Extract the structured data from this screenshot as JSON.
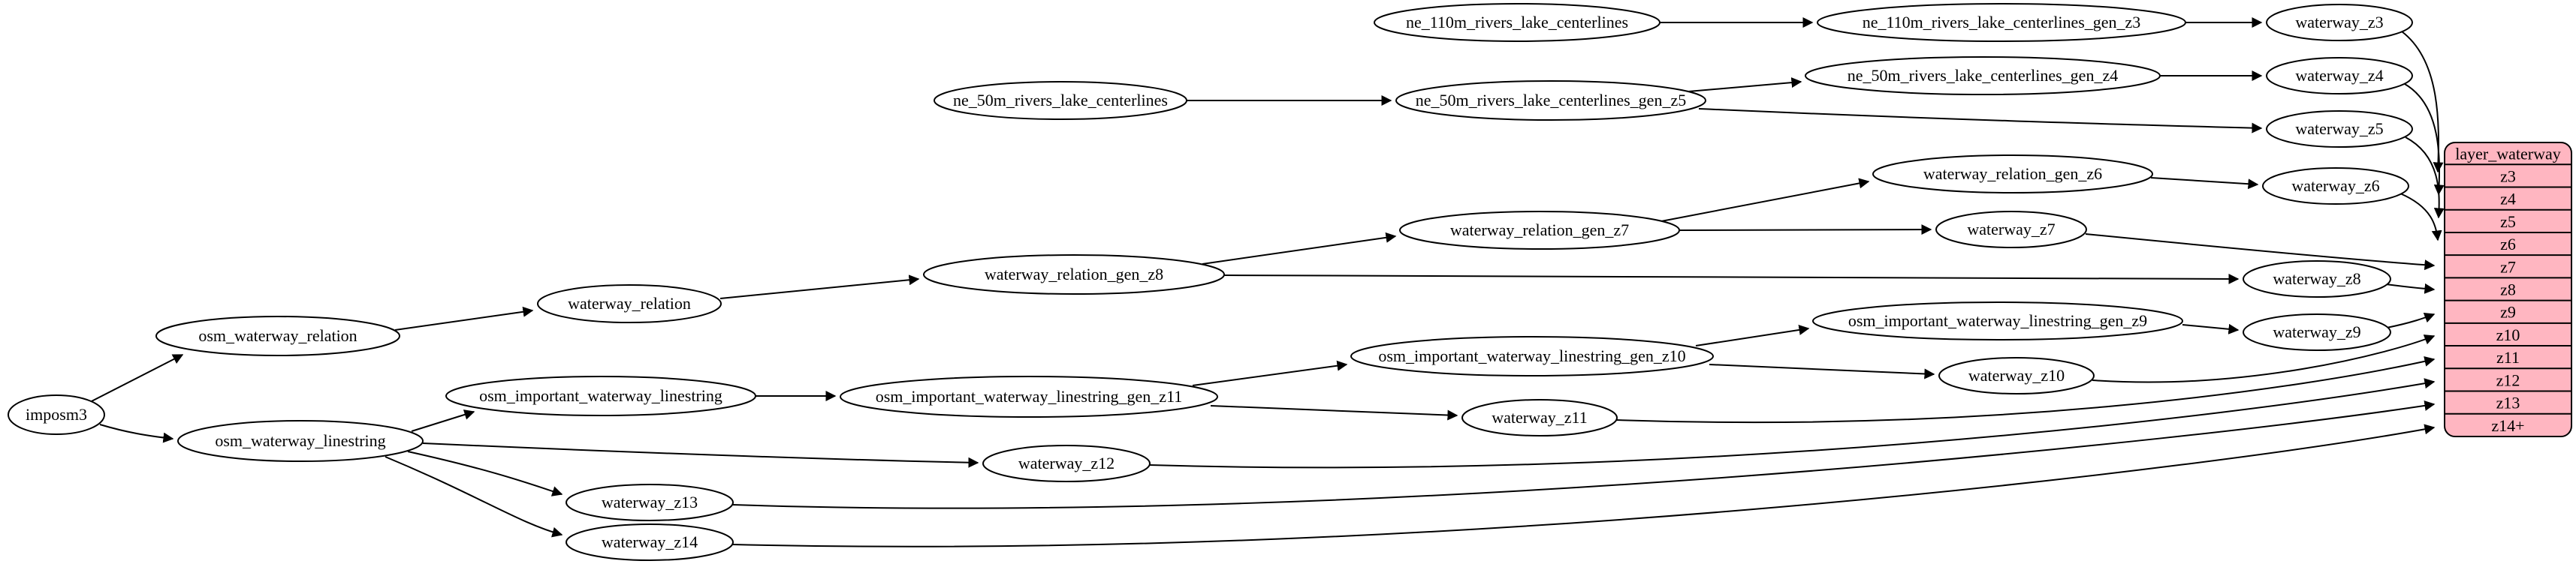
{
  "diagram": {
    "background": "#ffffff",
    "node_fill": "#ffffff",
    "node_stroke": "#000000",
    "table_fill": "#ffb6c1",
    "nodes": [
      {
        "id": "imposm3",
        "label": "imposm3"
      },
      {
        "id": "osm_waterway_relation",
        "label": "osm_waterway_relation"
      },
      {
        "id": "waterway_relation",
        "label": "waterway_relation"
      },
      {
        "id": "waterway_relation_gen_z8",
        "label": "waterway_relation_gen_z8"
      },
      {
        "id": "waterway_relation_gen_z7",
        "label": "waterway_relation_gen_z7"
      },
      {
        "id": "waterway_relation_gen_z6",
        "label": "waterway_relation_gen_z6"
      },
      {
        "id": "ne_110m_rivers_lake_centerlines",
        "label": "ne_110m_rivers_lake_centerlines"
      },
      {
        "id": "ne_110m_rivers_lake_centerlines_gen_z3",
        "label": "ne_110m_rivers_lake_centerlines_gen_z3"
      },
      {
        "id": "ne_50m_rivers_lake_centerlines",
        "label": "ne_50m_rivers_lake_centerlines"
      },
      {
        "id": "ne_50m_rivers_lake_centerlines_gen_z5",
        "label": "ne_50m_rivers_lake_centerlines_gen_z5"
      },
      {
        "id": "ne_50m_rivers_lake_centerlines_gen_z4",
        "label": "ne_50m_rivers_lake_centerlines_gen_z4"
      },
      {
        "id": "osm_waterway_linestring",
        "label": "osm_waterway_linestring"
      },
      {
        "id": "osm_important_waterway_linestring",
        "label": "osm_important_waterway_linestring"
      },
      {
        "id": "osm_important_waterway_linestring_gen_z11",
        "label": "osm_important_waterway_linestring_gen_z11"
      },
      {
        "id": "osm_important_waterway_linestring_gen_z10",
        "label": "osm_important_waterway_linestring_gen_z10"
      },
      {
        "id": "osm_important_waterway_linestring_gen_z9",
        "label": "osm_important_waterway_linestring_gen_z9"
      },
      {
        "id": "waterway_z3",
        "label": "waterway_z3"
      },
      {
        "id": "waterway_z4",
        "label": "waterway_z4"
      },
      {
        "id": "waterway_z5",
        "label": "waterway_z5"
      },
      {
        "id": "waterway_z6",
        "label": "waterway_z6"
      },
      {
        "id": "waterway_z7",
        "label": "waterway_z7"
      },
      {
        "id": "waterway_z8",
        "label": "waterway_z8"
      },
      {
        "id": "waterway_z9",
        "label": "waterway_z9"
      },
      {
        "id": "waterway_z10",
        "label": "waterway_z10"
      },
      {
        "id": "waterway_z11",
        "label": "waterway_z11"
      },
      {
        "id": "waterway_z12",
        "label": "waterway_z12"
      },
      {
        "id": "waterway_z13",
        "label": "waterway_z13"
      },
      {
        "id": "waterway_z14",
        "label": "waterway_z14"
      }
    ],
    "edges": [
      {
        "from": "imposm3",
        "to": "osm_waterway_relation"
      },
      {
        "from": "imposm3",
        "to": "osm_waterway_linestring"
      },
      {
        "from": "osm_waterway_relation",
        "to": "waterway_relation"
      },
      {
        "from": "waterway_relation",
        "to": "waterway_relation_gen_z8"
      },
      {
        "from": "waterway_relation_gen_z8",
        "to": "waterway_relation_gen_z7"
      },
      {
        "from": "waterway_relation_gen_z8",
        "to": "waterway_z8"
      },
      {
        "from": "waterway_relation_gen_z7",
        "to": "waterway_relation_gen_z6"
      },
      {
        "from": "waterway_relation_gen_z7",
        "to": "waterway_z7"
      },
      {
        "from": "waterway_relation_gen_z6",
        "to": "waterway_z6"
      },
      {
        "from": "ne_110m_rivers_lake_centerlines",
        "to": "ne_110m_rivers_lake_centerlines_gen_z3"
      },
      {
        "from": "ne_110m_rivers_lake_centerlines_gen_z3",
        "to": "waterway_z3"
      },
      {
        "from": "ne_50m_rivers_lake_centerlines",
        "to": "ne_50m_rivers_lake_centerlines_gen_z5"
      },
      {
        "from": "ne_50m_rivers_lake_centerlines_gen_z5",
        "to": "ne_50m_rivers_lake_centerlines_gen_z4"
      },
      {
        "from": "ne_50m_rivers_lake_centerlines_gen_z5",
        "to": "waterway_z5"
      },
      {
        "from": "ne_50m_rivers_lake_centerlines_gen_z4",
        "to": "waterway_z4"
      },
      {
        "from": "osm_waterway_linestring",
        "to": "osm_important_waterway_linestring"
      },
      {
        "from": "osm_waterway_linestring",
        "to": "waterway_z12"
      },
      {
        "from": "osm_waterway_linestring",
        "to": "waterway_z13"
      },
      {
        "from": "osm_waterway_linestring",
        "to": "waterway_z14"
      },
      {
        "from": "osm_important_waterway_linestring",
        "to": "osm_important_waterway_linestring_gen_z11"
      },
      {
        "from": "osm_important_waterway_linestring_gen_z11",
        "to": "osm_important_waterway_linestring_gen_z10"
      },
      {
        "from": "osm_important_waterway_linestring_gen_z11",
        "to": "waterway_z11"
      },
      {
        "from": "osm_important_waterway_linestring_gen_z10",
        "to": "osm_important_waterway_linestring_gen_z9"
      },
      {
        "from": "osm_important_waterway_linestring_gen_z10",
        "to": "waterway_z10"
      },
      {
        "from": "osm_important_waterway_linestring_gen_z9",
        "to": "waterway_z9"
      },
      {
        "from": "waterway_z3",
        "to": "layer_waterway:z3"
      },
      {
        "from": "waterway_z4",
        "to": "layer_waterway:z4"
      },
      {
        "from": "waterway_z5",
        "to": "layer_waterway:z5"
      },
      {
        "from": "waterway_z6",
        "to": "layer_waterway:z6"
      },
      {
        "from": "waterway_z7",
        "to": "layer_waterway:z7"
      },
      {
        "from": "waterway_z8",
        "to": "layer_waterway:z8"
      },
      {
        "from": "waterway_z9",
        "to": "layer_waterway:z9"
      },
      {
        "from": "waterway_z10",
        "to": "layer_waterway:z10"
      },
      {
        "from": "waterway_z11",
        "to": "layer_waterway:z11"
      },
      {
        "from": "waterway_z12",
        "to": "layer_waterway:z12"
      },
      {
        "from": "waterway_z13",
        "to": "layer_waterway:z13"
      },
      {
        "from": "waterway_z14",
        "to": "layer_waterway:z14+"
      }
    ],
    "table": {
      "title": "layer_waterway",
      "rows": [
        "z3",
        "z4",
        "z5",
        "z6",
        "z7",
        "z8",
        "z9",
        "z10",
        "z11",
        "z12",
        "z13",
        "z14+"
      ]
    }
  }
}
